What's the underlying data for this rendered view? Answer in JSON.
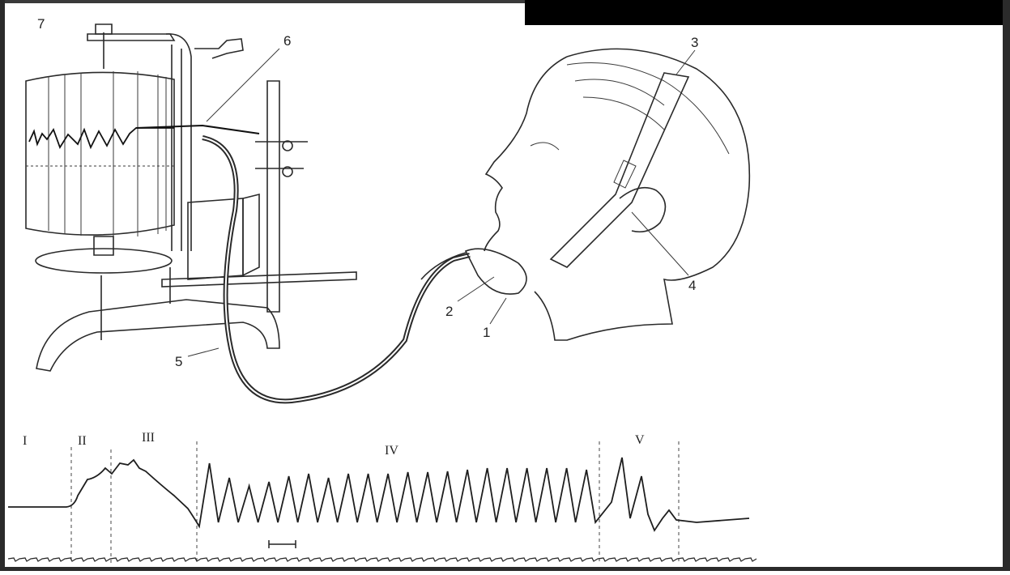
{
  "callouts": {
    "n1": "1",
    "n2": "2",
    "n3": "3",
    "n4": "4",
    "n5": "5",
    "n6": "6",
    "n7": "7"
  },
  "phases": {
    "p1": "I",
    "p2": "II",
    "p3": "III",
    "p4": "IV",
    "p5": "V"
  },
  "colors": {
    "ink": "#2a2a2a",
    "top_bar": "#000000",
    "frame_edge": "#2b2b2b"
  }
}
